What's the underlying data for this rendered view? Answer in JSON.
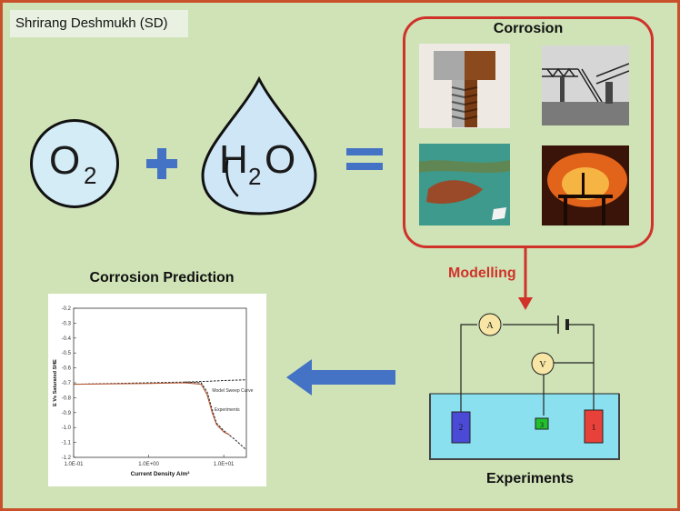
{
  "author_label": "Shrirang Deshmukh (SD)",
  "equation": {
    "o2_main": "O",
    "o2_sub": "2",
    "h2o_h": "H",
    "h2o_sub": "2",
    "h2o_o": "O"
  },
  "corrosion": {
    "title": "Corrosion",
    "photos": [
      "rusted-bolt-photo",
      "collapsed-bridge-photo",
      "oil-spill-photo",
      "oil-rig-fire-photo"
    ]
  },
  "modelling_label": "Modelling",
  "experiments_label": "Experiments",
  "circuit": {
    "ammeter": "A",
    "voltmeter": "V",
    "electrodes": [
      "2",
      "3",
      "1"
    ]
  },
  "prediction_title": "Corrosion Prediction",
  "colors": {
    "background": "#cfe3b6",
    "frame": "#c8502a",
    "corrosion_border": "#d0322a",
    "arrow_blue": "#4472c4",
    "drop_fill": "#cfe6f7",
    "electrolyte": "#8be0f0"
  },
  "chart_data": {
    "type": "line",
    "xlabel": "Current Density A/m²",
    "ylabel": "E Vs Saturated SHE",
    "x_scale": "log",
    "xlim": [
      0.1,
      20
    ],
    "ylim": [
      -1.2,
      -0.2
    ],
    "x_tick_labels": [
      "1.0E-01",
      "1.0E+00",
      "1.0E+01"
    ],
    "y_tick_labels": [
      "-0.2",
      "-0.3",
      "-0.4",
      "-0.5",
      "-0.6",
      "-0.7",
      "-0.8",
      "-0.9",
      "-1.0",
      "-1.1",
      "-1.2"
    ],
    "series": [
      {
        "name": "Model Sweep Curve",
        "color": "#222222",
        "dash": true,
        "x": [
          0.1,
          1,
          3,
          5,
          6,
          7,
          8,
          10,
          14,
          20
        ],
        "y": [
          -0.71,
          -0.7,
          -0.695,
          -0.7,
          -0.76,
          -0.88,
          -0.97,
          -1.02,
          -1.08,
          -1.15
        ]
      },
      {
        "name": "Model Sweep Curve",
        "color": "#222222",
        "dash": true,
        "x": [
          3,
          6,
          10,
          20
        ],
        "y": [
          -0.695,
          -0.69,
          -0.685,
          -0.68
        ]
      },
      {
        "name": "Experiments",
        "color": "#b5522d",
        "dash": false,
        "x": [
          0.1,
          1,
          3,
          5,
          6,
          7,
          8,
          10,
          12
        ],
        "y": [
          -0.71,
          -0.705,
          -0.7,
          -0.71,
          -0.78,
          -0.9,
          -0.98,
          -1.03,
          -1.05
        ]
      }
    ],
    "annotations": [
      {
        "text": "Model Sweep Curve",
        "x": 7,
        "y": -0.76
      },
      {
        "text": "Experiments",
        "x": 7.5,
        "y": -0.89
      }
    ]
  }
}
